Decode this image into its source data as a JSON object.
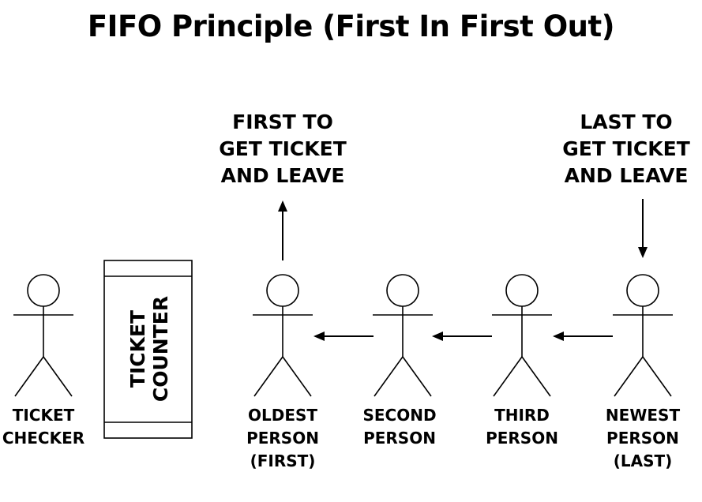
{
  "title": "FIFO Principle (First In First Out)",
  "annotations": {
    "first_leave": [
      "FIRST TO",
      "GET TICKET",
      "AND LEAVE"
    ],
    "last_leave": [
      "LAST TO",
      "GET TICKET",
      "AND LEAVE"
    ]
  },
  "counter": {
    "lines": [
      "TICKET",
      "COUNTER"
    ]
  },
  "people": {
    "checker": [
      "TICKET",
      "CHECKER"
    ],
    "oldest": [
      "OLDEST",
      "PERSON",
      "(FIRST)"
    ],
    "second": [
      "SECOND",
      "PERSON"
    ],
    "third": [
      "THIRD",
      "PERSON"
    ],
    "newest": [
      "NEWEST",
      "PERSON",
      "(LAST)"
    ]
  },
  "colors": {
    "stroke": "#000000",
    "background": "#ffffff"
  }
}
